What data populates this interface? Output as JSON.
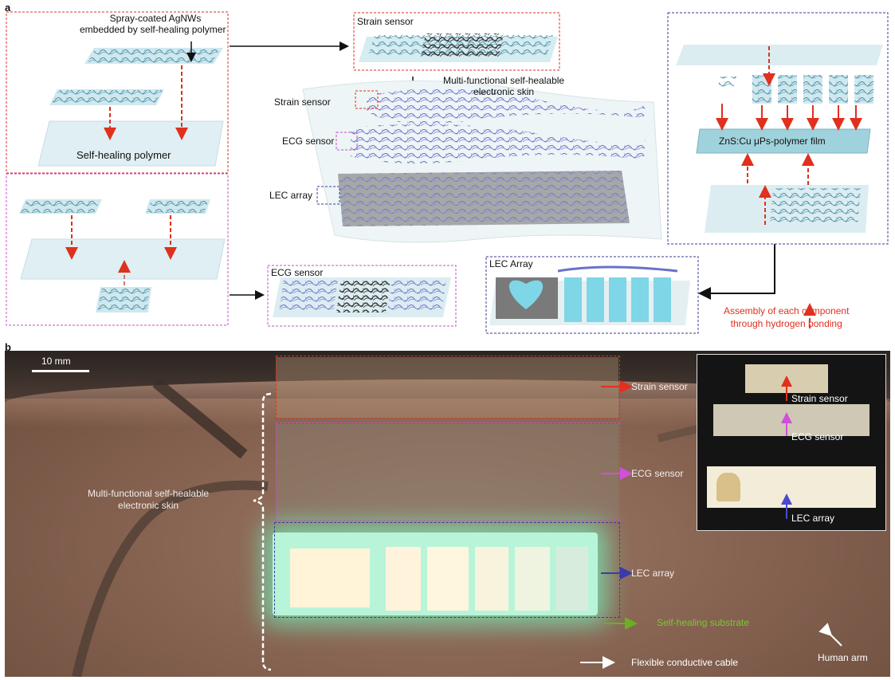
{
  "panel_a": {
    "letter": "a",
    "agnw_title_1": "Spray-coated AgNWs",
    "agnw_title_2": "embedded by self-healing polymer",
    "self_healing_polymer": "Self-healing polymer",
    "strain_sensor_box": "Strain sensor",
    "eskin_title_1": "Multi-functional self-healable",
    "eskin_title_2": "electronic skin",
    "layer_strain": "Strain sensor",
    "layer_ecg": "ECG sensor",
    "layer_lec": "LEC array",
    "ecg_box": "ECG sensor",
    "lec_box": "LEC Array",
    "phosphor_film": "ZnS:Cu μPs-polymer film",
    "assembly_1": "Assembly of each component",
    "assembly_2": "through hydrogen bonding"
  },
  "panel_b": {
    "letter": "b",
    "scale_bar": "10 mm",
    "strain_sensor": "Strain sensor",
    "ecg_sensor": "ECG sensor",
    "lec_array": "LEC array",
    "eskin_1": "Multi-functional self-healable",
    "eskin_2": "electronic skin",
    "substrate": "Self-healing substrate",
    "cable": "Flexible conductive cable",
    "arm": "Human arm",
    "inset_strain": "Strain sensor",
    "inset_ecg": "ECG sensor",
    "inset_lec": "LEC array"
  },
  "colors": {
    "red": "#e0301e",
    "magenta": "#c050c8",
    "blue": "#3a3a9a",
    "green": "#6ab022",
    "film": "#9fd2dc",
    "lec_cell": "#7fd6e6"
  }
}
